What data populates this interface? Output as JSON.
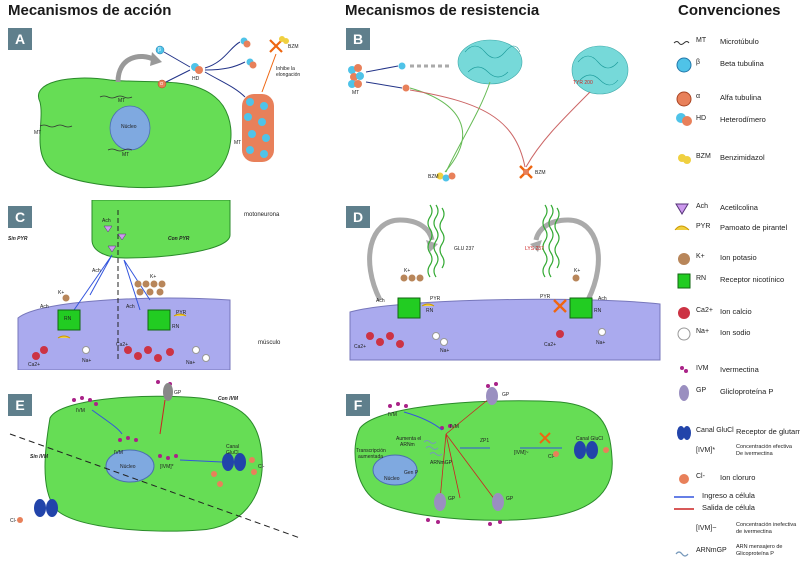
{
  "headers": {
    "action": "Mecanismos de acción",
    "resistance": "Mecanismos de resistencia",
    "conventions": "Convenciones"
  },
  "panels": {
    "A": {
      "letter": "A",
      "nucleus": "Núcleo",
      "mt1": "MT",
      "mt2": "MT",
      "mt3": "MT",
      "beta": "β",
      "alpha": "α",
      "hd": "HD",
      "bzm": "BZM",
      "inhibit": "Inhibe la elongación",
      "mt_poly": "MT"
    },
    "B": {
      "letter": "B",
      "mt": "MT",
      "tyr": "TYR 200",
      "bzm1": "BZM",
      "bzm2": "BZM"
    },
    "C": {
      "letter": "C",
      "motoneurona": "motoneurona",
      "musculo": "músculo",
      "sin_pyr": "Sin PYR",
      "con_pyr": "Con PYR",
      "ach1": "Ach",
      "ach2": "Ach",
      "ach3": "Ach",
      "ach4": "Ach",
      "k1": "K+",
      "k2": "K+",
      "rn1": "RN",
      "rn2": "RN",
      "pyr": "PYR",
      "ca1": "Ca2+",
      "ca2": "Ca2+",
      "na1": "Na+",
      "na2": "Na+"
    },
    "D": {
      "letter": "D",
      "glu": "GLU 237",
      "lys": "LYS 237",
      "k1": "K+",
      "k2": "K+",
      "ach1": "Ach",
      "ach2": "Ach",
      "pyr1": "PYR",
      "pyr2": "PYR",
      "rn1": "RN",
      "rn2": "RN",
      "ca1": "Ca2+",
      "ca2": "Ca2+",
      "na1": "Na+",
      "na2": "Na+"
    },
    "E": {
      "letter": "E",
      "ivm1": "IVM",
      "ivm2": "IVM",
      "ivm_star": "[IVM]*",
      "gp": "GP",
      "con_ivm": "Con IVM",
      "sin_ivm": "Sin IVM",
      "nucleus": "Núcleo",
      "canal1": "Canal",
      "canal2": "GluCl",
      "cl1": "Cl-",
      "cl2": "Cl-"
    },
    "F": {
      "letter": "F",
      "ivm1": "IVM",
      "ivm2": "IVM",
      "gp1": "GP",
      "gp2": "GP",
      "gp3": "GP",
      "zp": "ZP1",
      "ivm_low": "[IVM]~",
      "canal": "Canal GluCl",
      "cl": "Cl-",
      "trans1": "Transcripción",
      "trans2": "aumentada",
      "arn1": "ARNmGP",
      "gen": "Gen P",
      "nucleus": "Núcleo",
      "artif": "Aumenta el",
      "artif2": "ARNm"
    }
  },
  "legend": [
    {
      "icon": "microtubule-icon",
      "abbr": "MT",
      "text": "Microtúbulo"
    },
    {
      "icon": "beta-tubulin-icon",
      "abbr": "β",
      "text": "Beta tubulina"
    },
    {
      "icon": "alpha-tubulin-icon",
      "abbr": "α",
      "text": "Alfa tubulina"
    },
    {
      "icon": "heterodimer-icon",
      "abbr": "HD",
      "text": "Heterodímero"
    },
    {
      "icon": "benzimidazole-icon",
      "abbr": "BZM",
      "text": "Benzimidazol"
    },
    {
      "icon": "acetylcholine-icon",
      "abbr": "Ach",
      "text": "Acetilcolina"
    },
    {
      "icon": "pyrantel-icon",
      "abbr": "PYR",
      "text": "Pamoato de pirantel"
    },
    {
      "icon": "potassium-icon",
      "abbr": "K+",
      "text": "Ion potasio"
    },
    {
      "icon": "nicotinic-receptor-icon",
      "abbr": "RN",
      "text": "Receptor nicotínico"
    },
    {
      "icon": "calcium-icon",
      "abbr": "Ca2+",
      "text": "Ion calcio"
    },
    {
      "icon": "sodium-icon",
      "abbr": "Na+",
      "text": "Ion sodio"
    },
    {
      "icon": "ivermectin-icon",
      "abbr": "IVM",
      "text": "Ivermectina"
    },
    {
      "icon": "glycoprotein-p-icon",
      "abbr": "GP",
      "text": "Glicloproteína P"
    },
    {
      "icon": "glutamate-channel-icon",
      "abbr": "Canal GluCl",
      "text": "Receptor de glutamato"
    },
    {
      "icon": "effective-conc-icon",
      "abbr": "[IVM]*",
      "text": "Concentración efectiva De ivermectina"
    },
    {
      "icon": "chloride-icon",
      "abbr": "Cl-",
      "text": "Ion cloruro"
    },
    {
      "icon": "ingress-arrow-icon",
      "abbr": "",
      "text": "Ingreso a célula"
    },
    {
      "icon": "egress-arrow-icon",
      "abbr": "",
      "text": "Salida de célula"
    },
    {
      "icon": "ineffective-conc-icon",
      "abbr": "[IVM]~",
      "text": "Concentración inefectiva de ivermectina"
    },
    {
      "icon": "mrna-gp-icon",
      "abbr": "ARNmGP",
      "text": "ARN mensajero de Glicoproteína P"
    }
  ],
  "colors": {
    "badge": "#5f7f8c",
    "cell": "#66dd55",
    "membrane": "#aaaaee",
    "beta": "#4fc3e8",
    "alpha": "#e8805a",
    "receptor": "#22cc22",
    "arrow_in": "#3355dd",
    "arrow_out": "#cc2222"
  }
}
